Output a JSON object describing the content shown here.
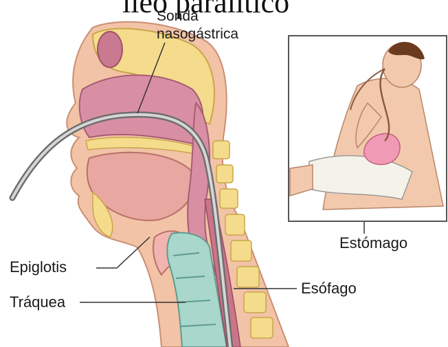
{
  "title": "íleo paralítico",
  "labels": {
    "sonda_line1": "Sonda",
    "sonda_line2": "nasogástrica",
    "epiglotis": "Epiglotis",
    "traquea": "Tráquea",
    "esofago": "Esófago",
    "estomago": "Estómago"
  },
  "colors": {
    "skin": "#f2c3a6",
    "mucosa": "#d98fa3",
    "bone": "#f4dc8c",
    "trachea": "#a9d7cc",
    "tube": "#8c8c8c",
    "stomach": "#f19ab5"
  }
}
